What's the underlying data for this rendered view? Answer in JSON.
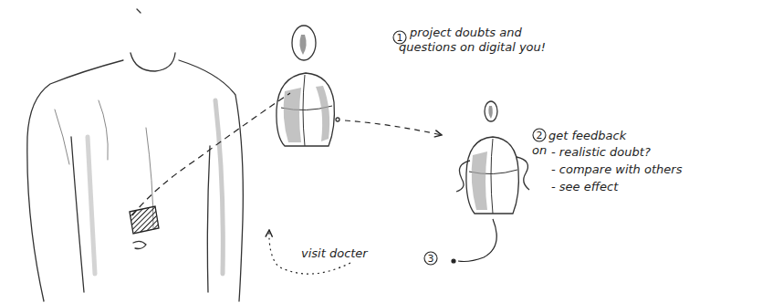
{
  "diagram": {
    "labels": [
      "1",
      "project doubts and questions on digital you!",
      "2",
      "get feedback on",
      "- realistic doubt?",
      "- compare with others",
      "- see effect",
      "visit docter",
      "3"
    ]
  }
}
